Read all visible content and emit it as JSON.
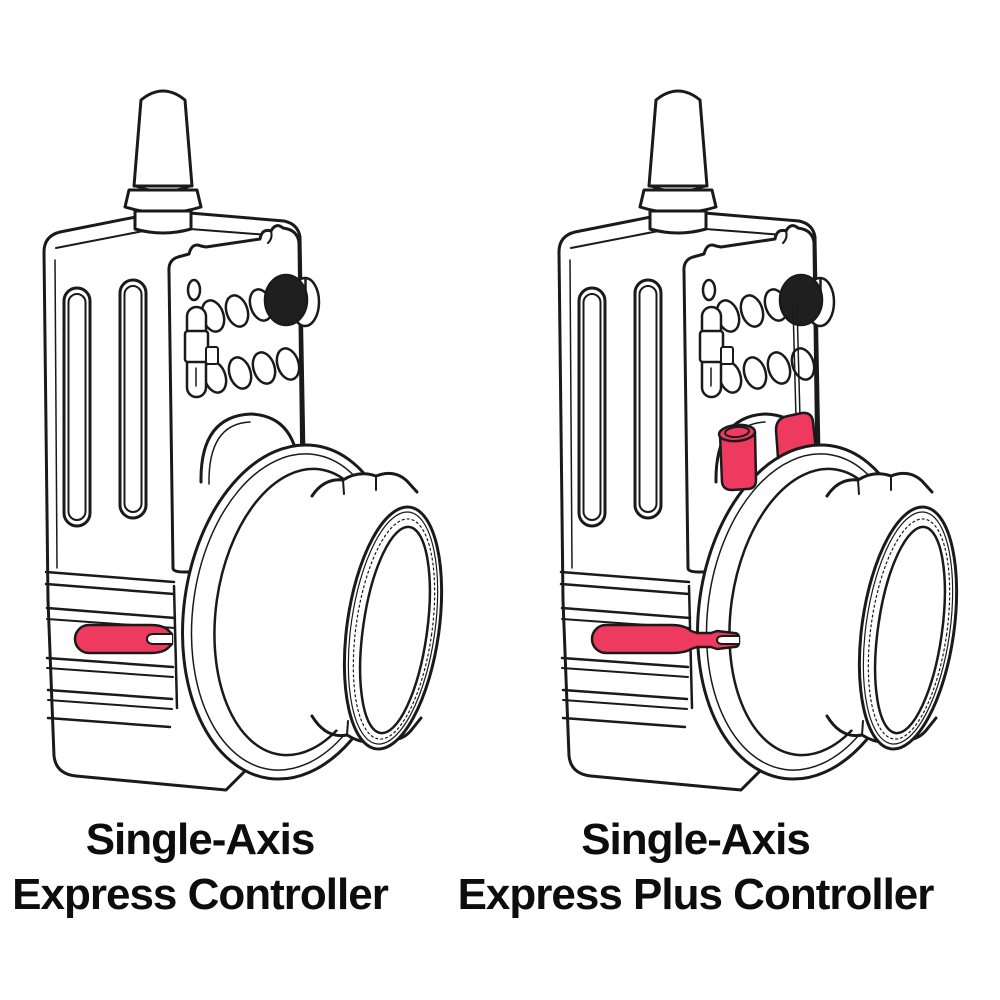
{
  "page": {
    "background": "#ffffff"
  },
  "colors": {
    "line": "#1a1a1a",
    "accent": "#ef3a5f",
    "knob_dark": "#1f1f1f",
    "text": "#0d0d0d"
  },
  "figures": [
    {
      "caption_line1": "Single-Axis",
      "caption_line2": "Express Controller"
    },
    {
      "caption_line1": "Single-Axis",
      "caption_line2": "Express Plus Controller"
    }
  ]
}
